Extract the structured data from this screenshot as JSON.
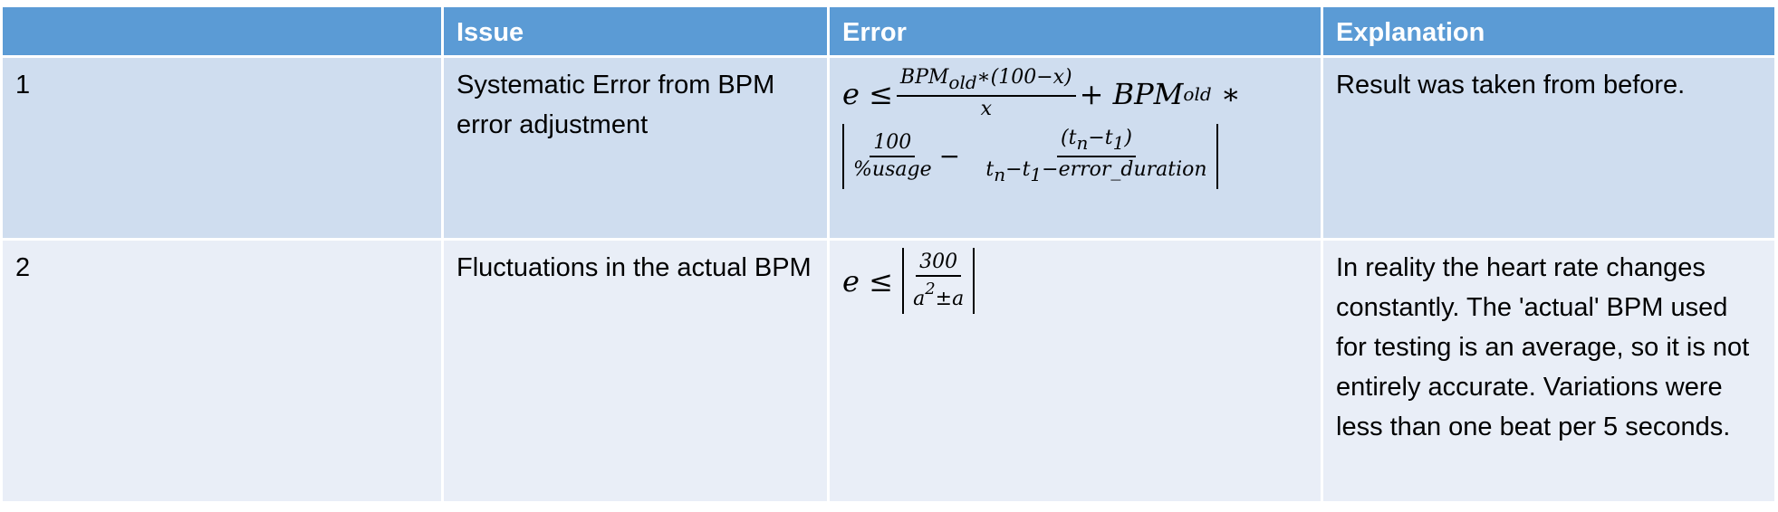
{
  "headers": [
    "",
    "Issue",
    "Error",
    "Explanation"
  ],
  "rows": [
    {
      "num": "1",
      "issue": "Systematic Error from BPM error adjustment",
      "formula": {
        "e": "e",
        "leq": "≤",
        "f1_num": "BPM",
        "f1_num_sub": "old",
        "f1_num_rest": "∗(100−x)",
        "f1_den": "x",
        "plus": "+ BPM",
        "plus_sub": "old",
        "star": "∗",
        "f2_num": "100",
        "f2_den": "%usage",
        "minus": "−",
        "f3_num": "(t",
        "f3_num_sub": "n",
        "f3_num_mid": "−t",
        "f3_num_sub2": "1",
        "f3_num_end": ")",
        "f3_den_a": "t",
        "f3_den_sub": "n",
        "f3_den_b": "−t",
        "f3_den_sub2": "1",
        "f3_den_c": "−error_duration"
      },
      "explanation": "Result was taken from before."
    },
    {
      "num": "2",
      "issue": "Fluctuations in the actual BPM",
      "formula": {
        "e": "e",
        "leq": "≤",
        "num": "300",
        "den_a": "a",
        "den_sup": "2",
        "den_b": "±a"
      },
      "explanation": "In reality the heart rate changes constantly. The 'actual' BPM used for testing is an average, so it is not entirely accurate. Variations were less than one beat per 5 seconds."
    }
  ],
  "colors": {
    "header": "#5b9bd5",
    "row1": "#cfddef",
    "row2": "#e9eef7"
  }
}
